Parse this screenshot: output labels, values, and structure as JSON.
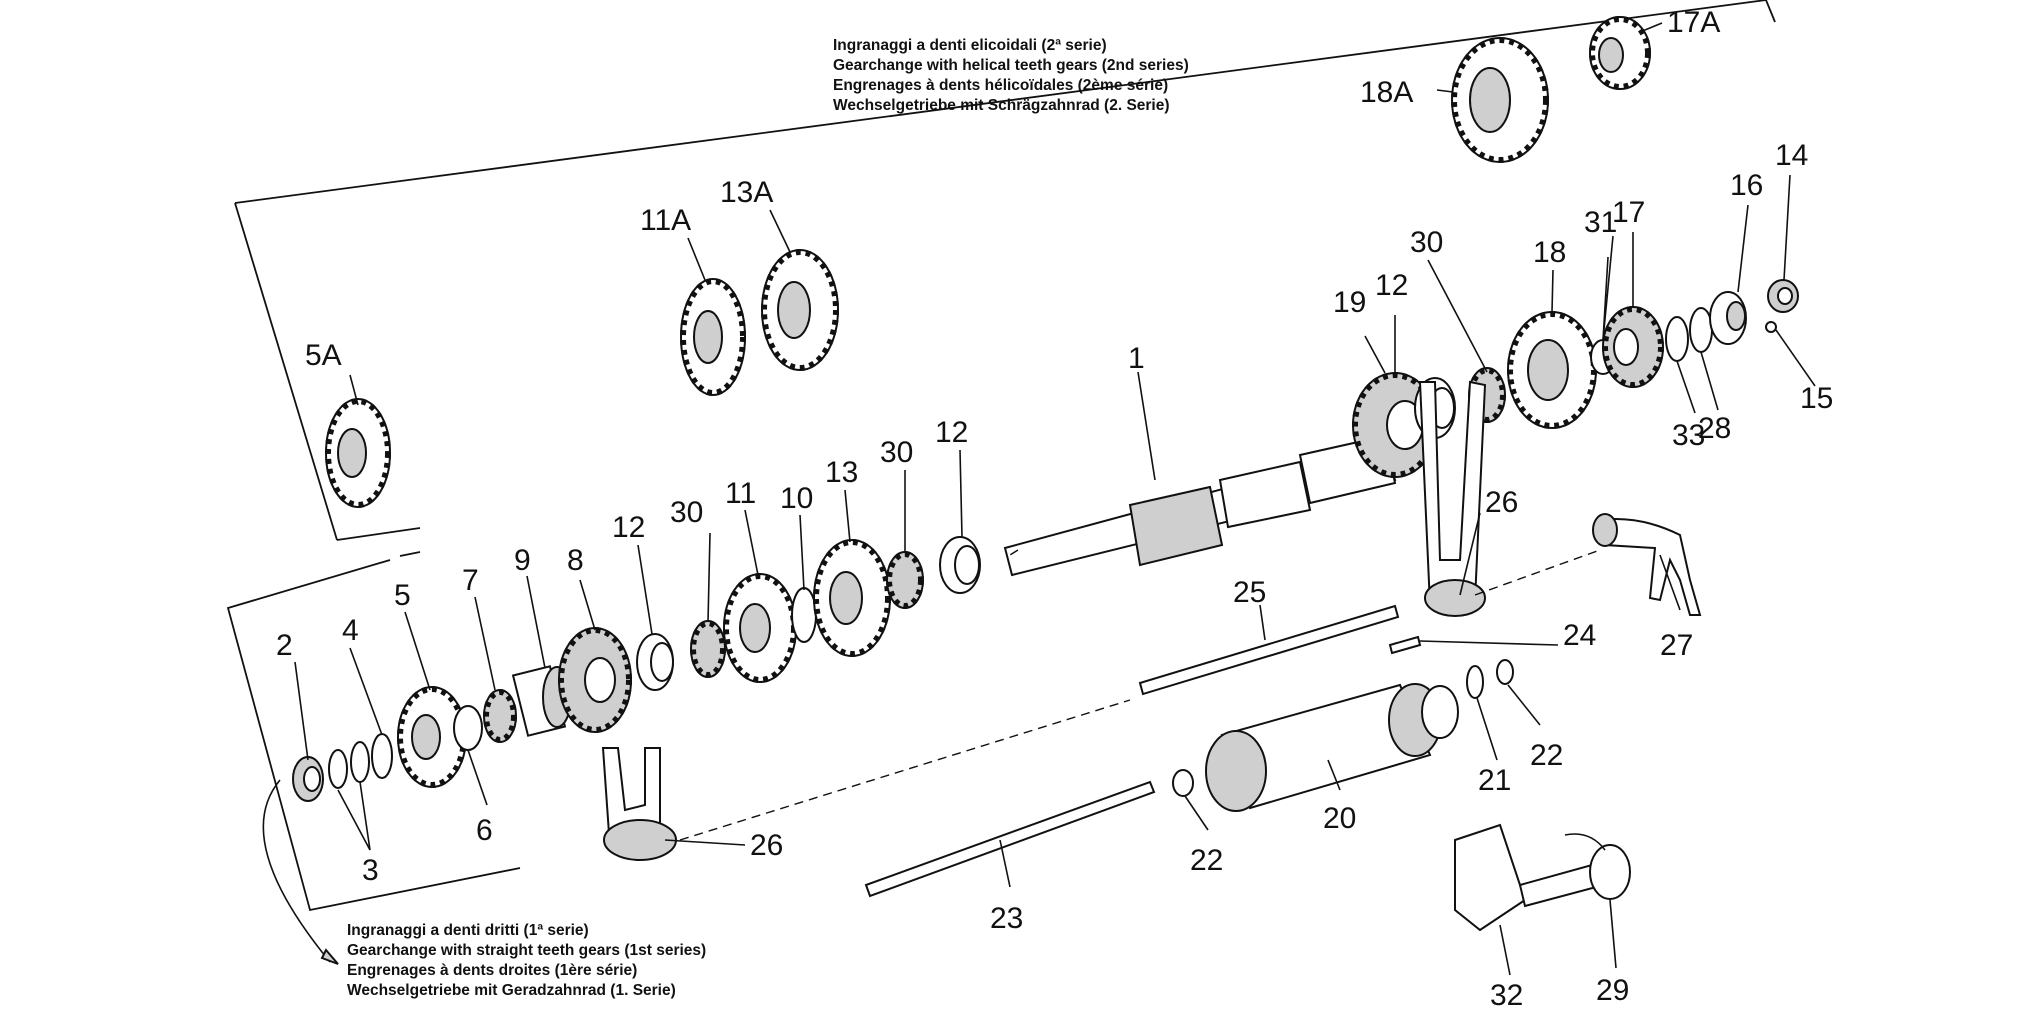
{
  "notes": {
    "helical": [
      "Ingranaggi a denti elicoidali (2ª serie)",
      "Gearchange with helical teeth gears (2nd series)",
      "Engrenages à dents hélicoïdales (2ème série)",
      "Wechselgetriebe mit Schrägzahnrad (2. Serie)"
    ],
    "straight": [
      "Ingranaggi a denti dritti (1ª serie)",
      "Gearchange with straight teeth gears (1st series)",
      "Engrenages à dents droites (1ère série)",
      "Wechselgetriebe mit Geradzahnrad (1. Serie)"
    ]
  },
  "callouts": {
    "c1": "1",
    "c2": "2",
    "c3": "3",
    "c4": "4",
    "c5": "5",
    "c5a": "5A",
    "c6": "6",
    "c7": "7",
    "c8": "8",
    "c9": "9",
    "c10": "10",
    "c11": "11",
    "c11a": "11A",
    "c12a": "12",
    "c12b": "12",
    "c12c": "12",
    "c13": "13",
    "c13a": "13A",
    "c14": "14",
    "c15": "15",
    "c16": "16",
    "c17": "17",
    "c17a": "17A",
    "c18": "18",
    "c18a": "18A",
    "c19": "19",
    "c20": "20",
    "c21": "21",
    "c22a": "22",
    "c22b": "22",
    "c23": "23",
    "c24": "24",
    "c25": "25",
    "c26a": "26",
    "c26b": "26",
    "c27": "27",
    "c28": "28",
    "c29": "29",
    "c30a": "30",
    "c30b": "30",
    "c31": "31",
    "c32": "32",
    "c33": "33"
  }
}
